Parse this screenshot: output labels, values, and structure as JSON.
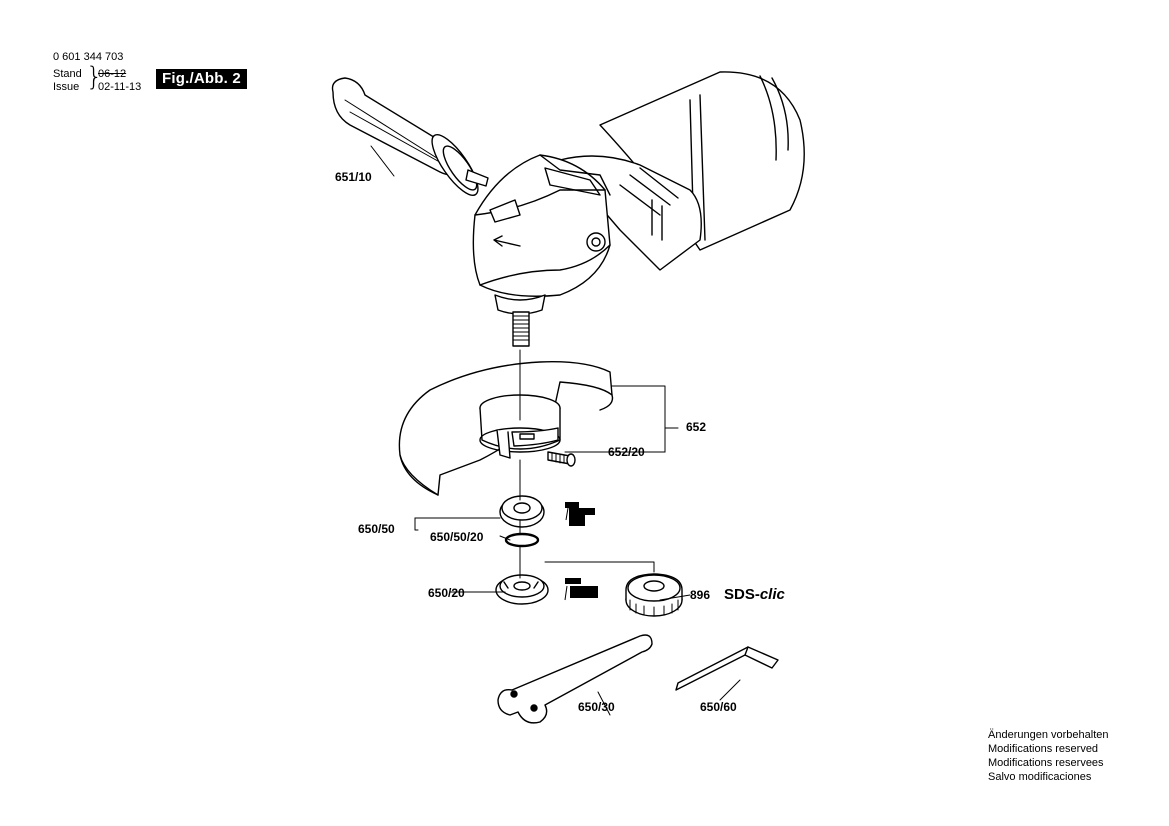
{
  "header": {
    "document_number": "0 601 344 703",
    "stand_label": "Stand",
    "issue_label": "Issue",
    "stand_value": "06-12",
    "issue_value": "02-11-13",
    "figure_label": "Fig./Abb. 2"
  },
  "parts": {
    "auxiliary_handle": "651/10",
    "guard": "652",
    "guard_screw": "652/20",
    "flange_assembly": "650/50",
    "o_ring": "650/50/20",
    "mounting_flange": "650/20",
    "quick_clamp_nut": "896",
    "spanner": "650/30",
    "hex_key": "650/60"
  },
  "sds_logo": {
    "prefix": "SDS-",
    "suffix": "clic"
  },
  "footer": {
    "lines": [
      "Änderungen vorbehalten",
      "Modifications reserved",
      "Modifications reservees",
      "Salvo modificaciones"
    ]
  }
}
